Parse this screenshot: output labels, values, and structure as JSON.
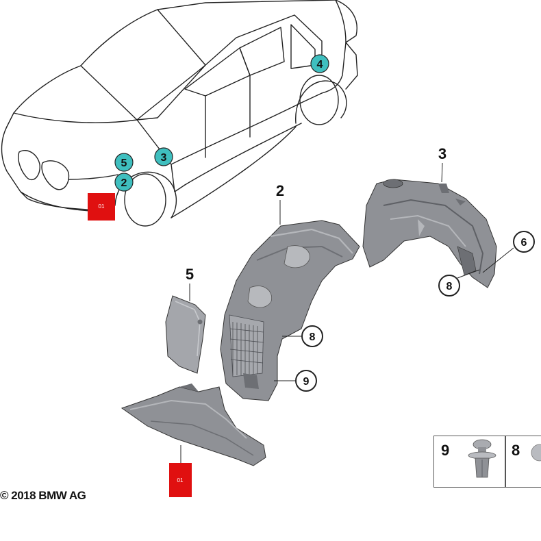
{
  "callouts": {
    "car_5": "5",
    "car_2": "2",
    "car_3": "3",
    "car_4": "4",
    "part_2": "2",
    "part_3": "3",
    "part_5": "5",
    "circle_6": "6",
    "circle_8_right": "8",
    "circle_8_mid": "8",
    "circle_9": "9"
  },
  "red_labels": {
    "top": "01",
    "bottom": "01"
  },
  "copyright": "© 2018 BMW AG",
  "legend": {
    "left_number": "9",
    "right_number": "8"
  },
  "colors": {
    "teal": "#3fbfbf",
    "red": "#e01010",
    "part_gray": "#8f9196",
    "line": "#222222"
  }
}
